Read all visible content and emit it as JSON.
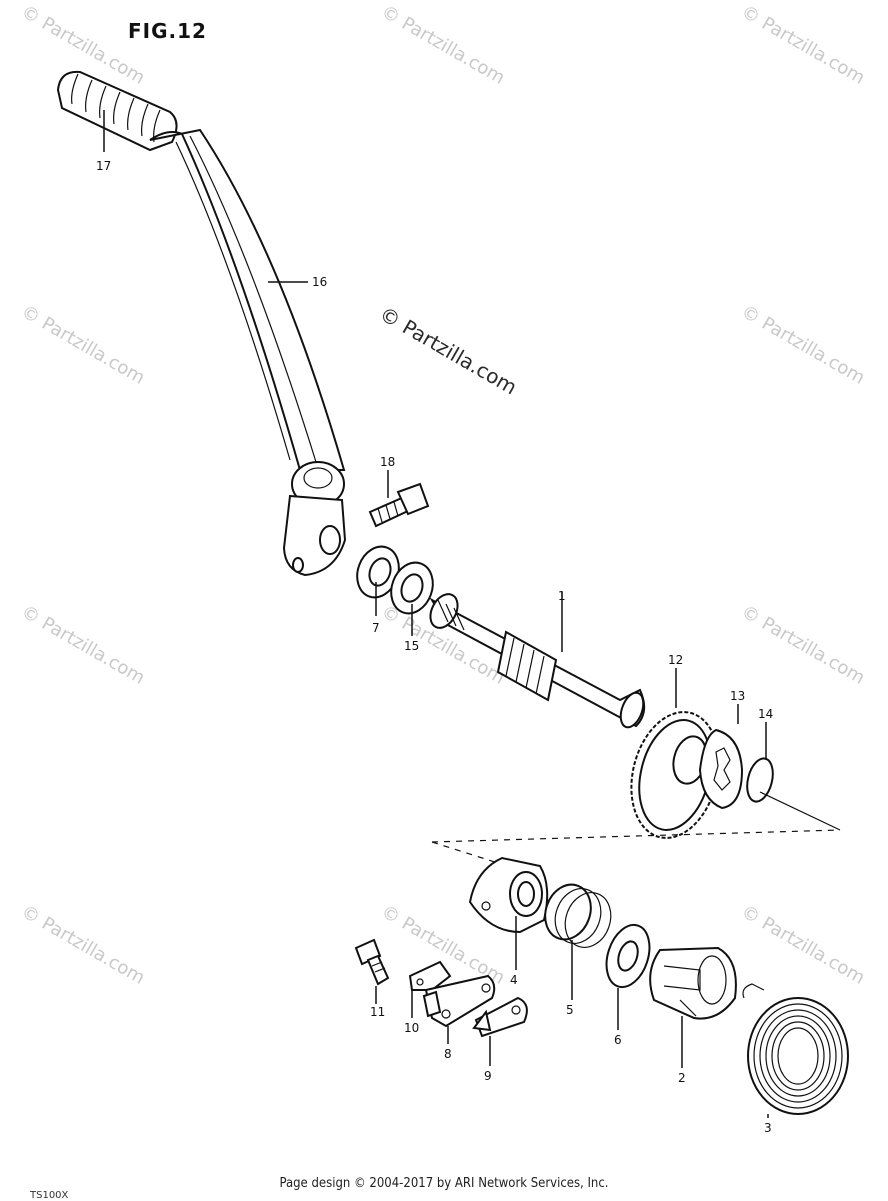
{
  "figure": {
    "title": "FIG.12"
  },
  "watermark": {
    "text": "© Partzilla.com"
  },
  "labels": {
    "p1": "1",
    "p2": "2",
    "p3": "3",
    "p4": "4",
    "p5": "5",
    "p6": "6",
    "p7": "7",
    "p8": "8",
    "p9": "9",
    "p10": "10",
    "p11": "11",
    "p12": "12",
    "p13": "13",
    "p14": "14",
    "p15": "15",
    "p16": "16",
    "p17": "17",
    "p18": "18"
  },
  "footer": {
    "text": "Page design © 2004-2017 by ARI Network Services, Inc."
  },
  "bottom_code": "TS100X"
}
